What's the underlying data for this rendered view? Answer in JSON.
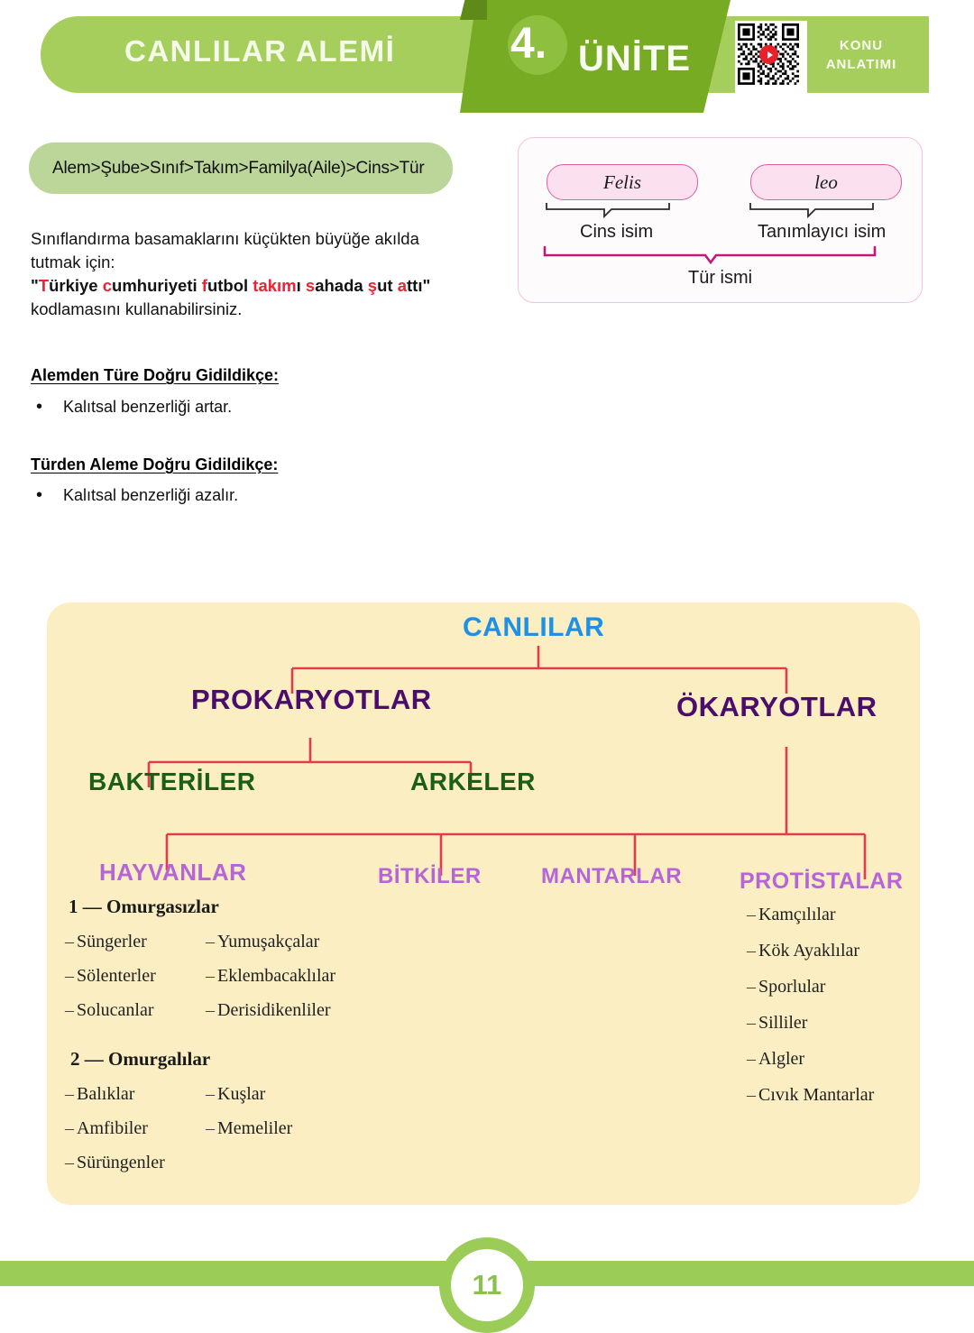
{
  "header": {
    "title": "CANLILAR ALEMİ",
    "unit_number": "4.",
    "unit_word": "ÜNİTE",
    "badge_line1": "KONU",
    "badge_line2": "ANLATIMI",
    "qr_icon": "qr-code-icon",
    "colors": {
      "band": "#a6ce5c",
      "ribbon": "#77ab23",
      "title_text": "#f4fbe8"
    }
  },
  "hierarchy": {
    "pill_text": "Alem>Şube>Sınıf>Takım>Familya(Aile)>Cins>Tür",
    "pill_bg": "#bcd699"
  },
  "intro": {
    "line1": "Sınıflandırma basamaklarını küçükten büyüğe akılda",
    "line2": "tutmak için:",
    "mnemonic_parts": [
      {
        "text": "\"",
        "highlight": false
      },
      {
        "text": "T",
        "highlight": true
      },
      {
        "text": "ürkiye ",
        "highlight": false
      },
      {
        "text": "c",
        "highlight": true
      },
      {
        "text": "umhuriyeti ",
        "highlight": false
      },
      {
        "text": "f",
        "highlight": true
      },
      {
        "text": "utbol ",
        "highlight": false
      },
      {
        "text": "takım",
        "highlight": true
      },
      {
        "text": "ı ",
        "highlight": false
      },
      {
        "text": "s",
        "highlight": true
      },
      {
        "text": "ahada ",
        "highlight": false
      },
      {
        "text": "ş",
        "highlight": true
      },
      {
        "text": "ut ",
        "highlight": false
      },
      {
        "text": "a",
        "highlight": true
      },
      {
        "text": "ttı\"",
        "highlight": false
      }
    ],
    "line4": "kodlamasını kullanabilirsiniz.",
    "highlight_color": "#ee2233"
  },
  "rules": [
    {
      "heading": "Alemden Türe Doğru Gidildikçe:",
      "bullet": "•",
      "item": "Kalıtsal benzerliği artar."
    },
    {
      "heading": "Türden Aleme Doğru Gidildikçe:",
      "bullet": "•",
      "item": "Kalıtsal benzerliği azalır."
    }
  ],
  "taxon_diagram": {
    "chip_genus": "Felis",
    "chip_species": "leo",
    "label_genus": "Cins isim",
    "label_descriptor": "Tanımlayıcı isim",
    "label_species_name": "Tür ismi",
    "chip_bg": "#fbe0ef",
    "chip_border": "#e05fa4",
    "brace_color": "#c2177a"
  },
  "tree": {
    "panel_bg": "#faeec2",
    "connector_color": "#e23c4c",
    "root": {
      "label": "CANLILAR",
      "color": "#1e90e8"
    },
    "level2": [
      {
        "label": "PROKARYOTLAR",
        "color": "#4b0d6b"
      },
      {
        "label": "ÖKARYOTLAR",
        "color": "#4b0d6b"
      }
    ],
    "prokaryote_children": [
      {
        "label": "BAKTERİLER",
        "color": "#1a5e1a"
      },
      {
        "label": "ARKELER",
        "color": "#1a5e1a"
      }
    ],
    "kingdoms": [
      {
        "label": "HAYVANLAR",
        "color": "#b565d8"
      },
      {
        "label": "BİTKİLER",
        "color": "#b565d8"
      },
      {
        "label": "MANTARLAR",
        "color": "#b565d8"
      },
      {
        "label": "PROTİSTALAR",
        "color": "#b565d8"
      }
    ],
    "animal_groups": [
      {
        "title": "1 — Omurgasızlar",
        "col1": [
          "Süngerler",
          "Sölenterler",
          "Solucanlar"
        ],
        "col2": [
          "Yumuşakçalar",
          "Eklembacaklılar",
          "Derisidikenliler"
        ]
      },
      {
        "title": "2 — Omurgalılar",
        "col1": [
          "Balıklar",
          "Amfibiler",
          "Sürüngenler"
        ],
        "col2": [
          "Kuşlar",
          "Memeliler"
        ]
      }
    ],
    "protist_items": [
      "Kamçılılar",
      "Kök Ayaklılar",
      "Sporlular",
      "Silliler",
      "Algler",
      "Cıvık Mantarlar"
    ],
    "dash": "—"
  },
  "footer": {
    "page_number": "11",
    "band_color": "#9bcc57"
  }
}
